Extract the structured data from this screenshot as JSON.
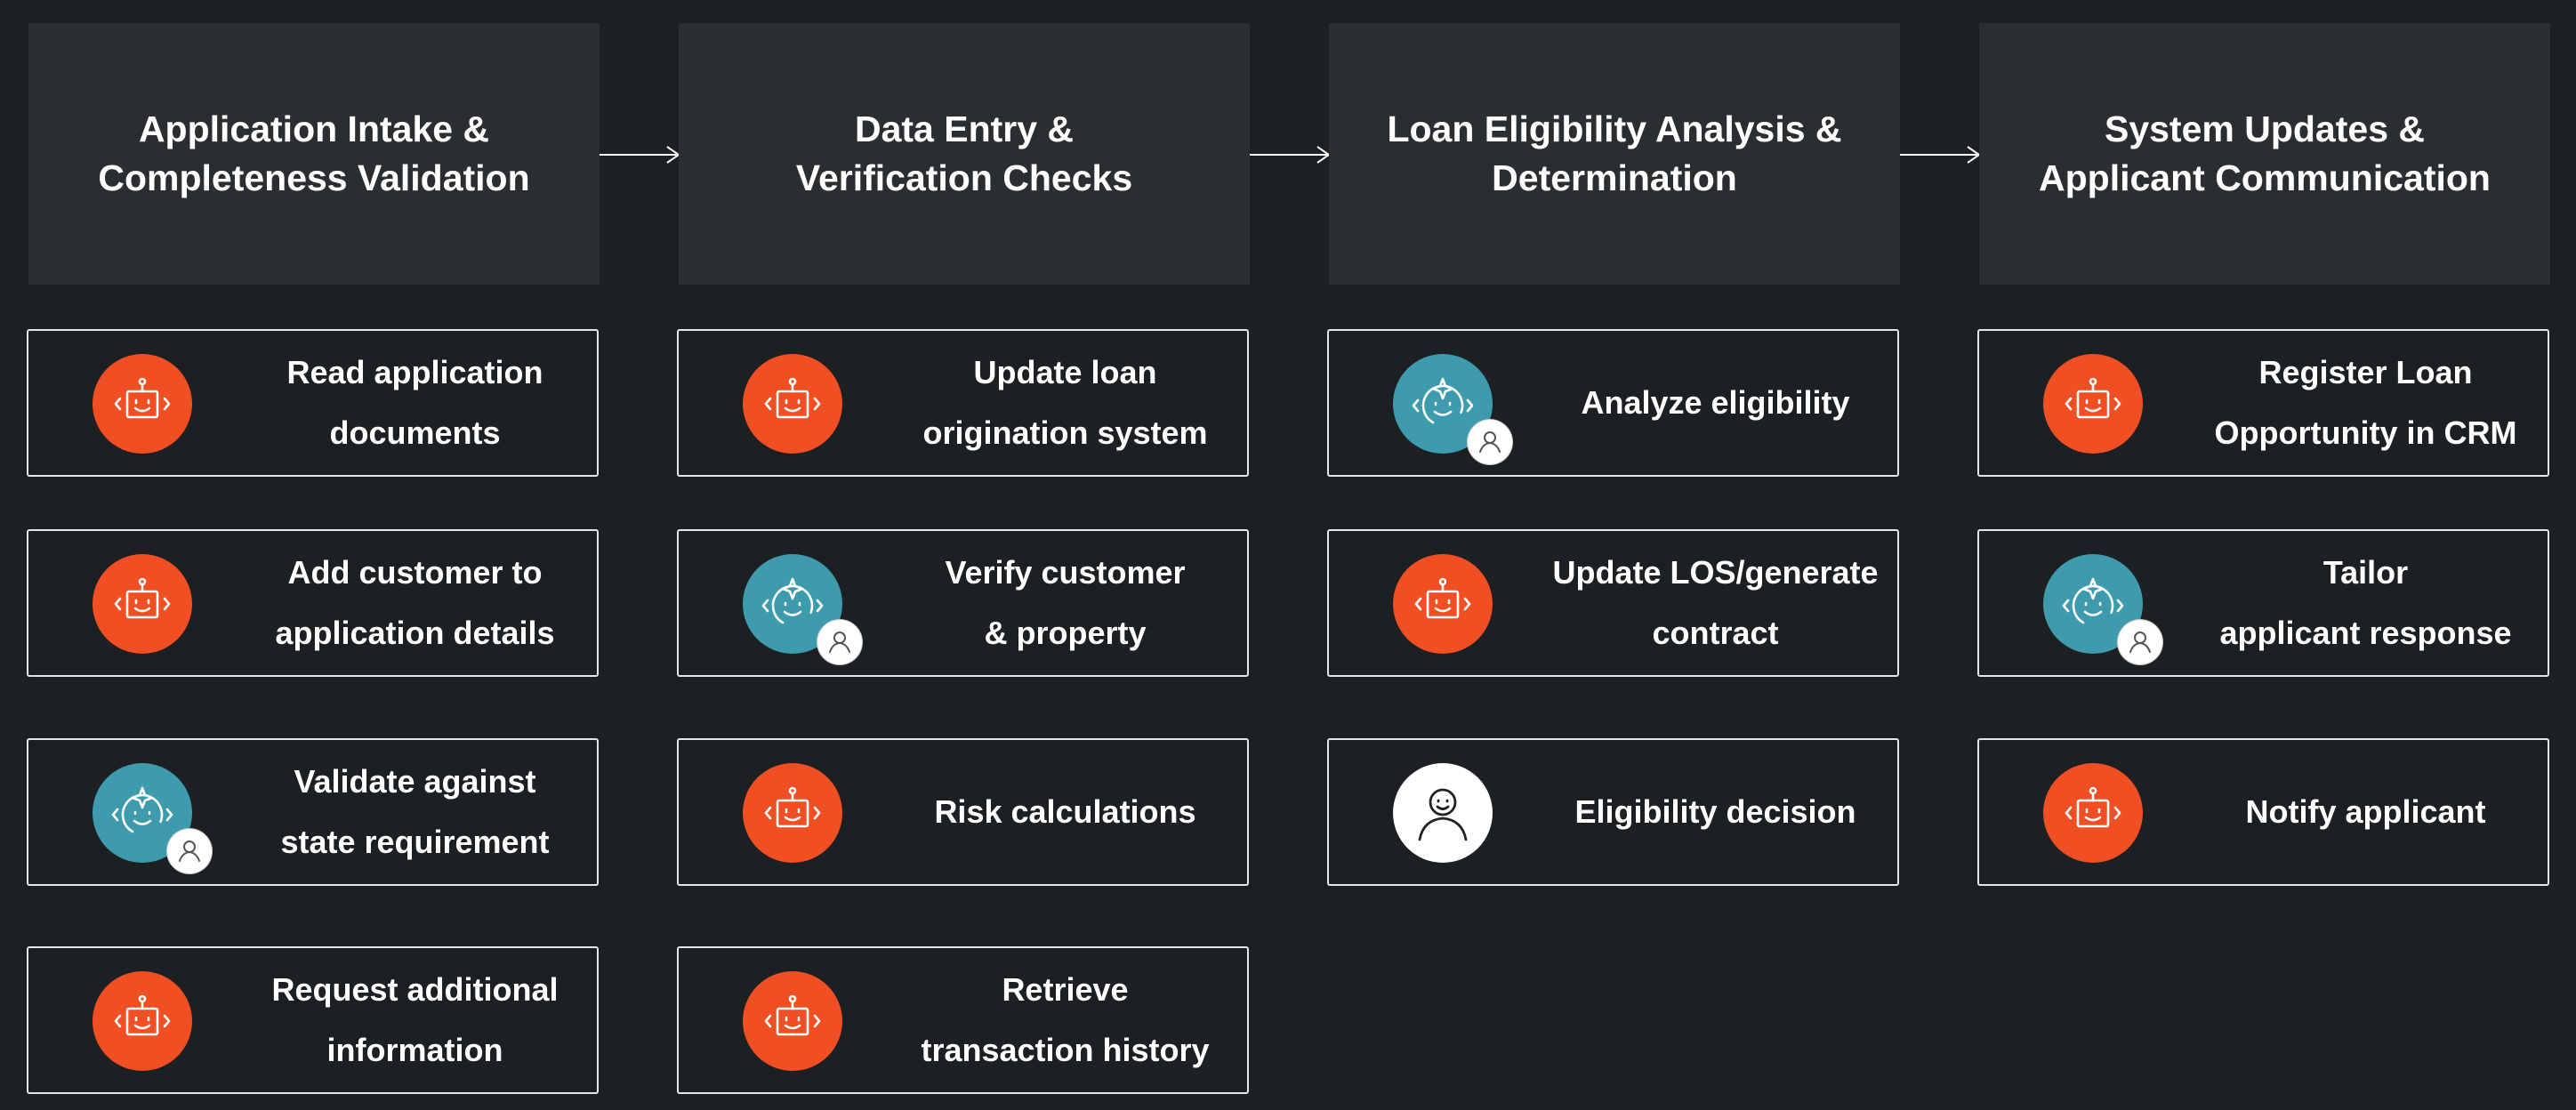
{
  "stages": [
    {
      "title": "Application Intake &\nCompleteness Validation",
      "tasks": [
        {
          "label": "Read application\ndocuments",
          "icon": "robot-icon"
        },
        {
          "label": "Add customer to\napplication details",
          "icon": "robot-icon"
        },
        {
          "label": "Validate against\nstate requirement",
          "icon": "ai-assist-icon"
        },
        {
          "label": "Request additional\ninformation",
          "icon": "robot-icon"
        }
      ]
    },
    {
      "title": "Data Entry &\nVerification Checks",
      "tasks": [
        {
          "label": "Update loan\norigination system",
          "icon": "robot-icon"
        },
        {
          "label": "Verify customer\n& property",
          "icon": "ai-assist-icon"
        },
        {
          "label": "Risk calculations",
          "icon": "robot-icon"
        },
        {
          "label": "Retrieve\ntransaction history",
          "icon": "robot-icon"
        }
      ]
    },
    {
      "title": "Loan Eligibility Analysis &\nDetermination",
      "tasks": [
        {
          "label": "Analyze eligibility",
          "icon": "ai-assist-icon"
        },
        {
          "label": "Update LOS/generate\ncontract",
          "icon": "robot-icon"
        },
        {
          "label": "Eligibility decision",
          "icon": "human-icon"
        }
      ]
    },
    {
      "title": "System Updates &\nApplicant Communication",
      "tasks": [
        {
          "label": "Register Loan\nOpportunity in CRM",
          "icon": "robot-icon"
        },
        {
          "label": "Tailor\napplicant response",
          "icon": "ai-assist-icon"
        },
        {
          "label": "Notify applicant",
          "icon": "robot-icon"
        }
      ]
    }
  ],
  "colors": {
    "background": "#1c2023",
    "header": "#2b2e31",
    "robot": "#f04e23",
    "ai": "#3e9bad",
    "human": "#ffffff",
    "text": "#ffffff"
  }
}
